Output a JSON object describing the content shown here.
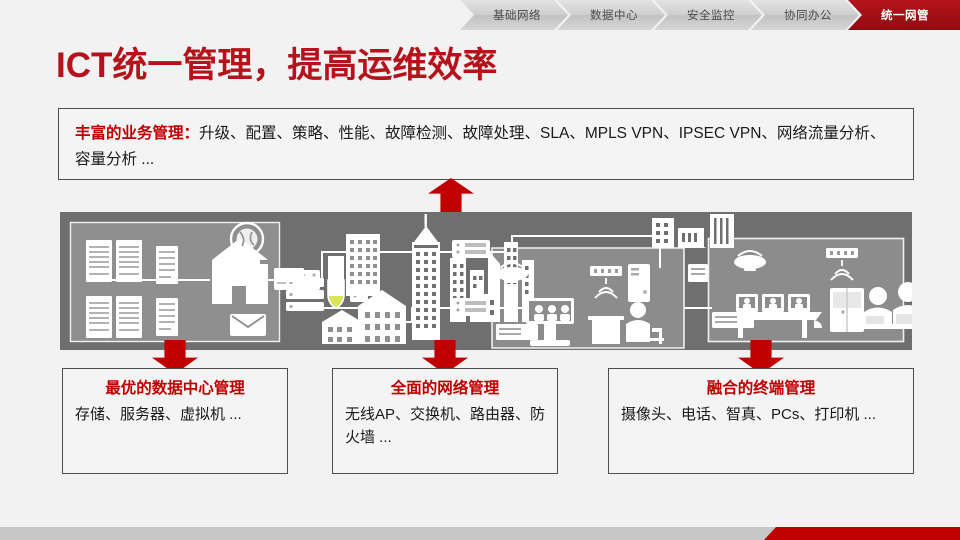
{
  "nav": {
    "items": [
      {
        "label": "基础网络",
        "active": false
      },
      {
        "label": "数据中心",
        "active": false
      },
      {
        "label": "安全监控",
        "active": false
      },
      {
        "label": "协同办公",
        "active": false
      },
      {
        "label": "统一网管",
        "active": true
      }
    ]
  },
  "title": "ICT统一管理，提高运维效率",
  "top_box": {
    "highlight": "丰富的业务管理：",
    "text": "升级、配置、策略、性能、故障检测、故障处理、SLA、MPLS VPN、IPSEC VPN、网络流量分析、容量分析 ..."
  },
  "boxes": [
    {
      "head": "最优的数据中心管理",
      "body": "存储、服务器、虚拟机 ..."
    },
    {
      "head": "全面的网络管理",
      "body": "无线AP、交换机、路由器、防火墙 ..."
    },
    {
      "head": "融合的终端管理",
      "body": "摄像头、电话、智真、PCs、打印机 ..."
    }
  ],
  "illustration": {
    "description": "网络拓扑示意图：数据中心、城市网络、办公区域",
    "zones": [
      {
        "name": "data-center-zone",
        "icons": [
          "server-rack-icon",
          "storage-icon",
          "house-icon",
          "globe-icon",
          "mail-icon",
          "switch-icon",
          "shield-icon"
        ]
      },
      {
        "name": "city-network-zone",
        "icons": [
          "office-building-icon",
          "skyscraper-icon",
          "router-icon",
          "residential-building-icon"
        ]
      },
      {
        "name": "office-zone-left",
        "icons": [
          "camera-icon",
          "wifi-ap-icon",
          "telepresence-icon",
          "desktop-pc-icon",
          "person-at-desk-icon"
        ]
      },
      {
        "name": "office-zone-right",
        "icons": [
          "camera-icon",
          "wifi-ap-icon",
          "laptop-icon",
          "printer-icon",
          "people-icon"
        ]
      }
    ],
    "colors": {
      "panel_dark": "#6f6f6f",
      "panel_light": "#8f8f8f",
      "icon": "#ffffff",
      "shield": "#dbe356"
    }
  },
  "colors": {
    "brand_red": "#c00000",
    "title_red": "#b5121b",
    "nav_active": "#a01015",
    "footer_gray": "#c6c6c6",
    "background": "#f2f2f2"
  },
  "arrows": {
    "up_label": "arrow-up",
    "down_label": "arrow-down"
  }
}
